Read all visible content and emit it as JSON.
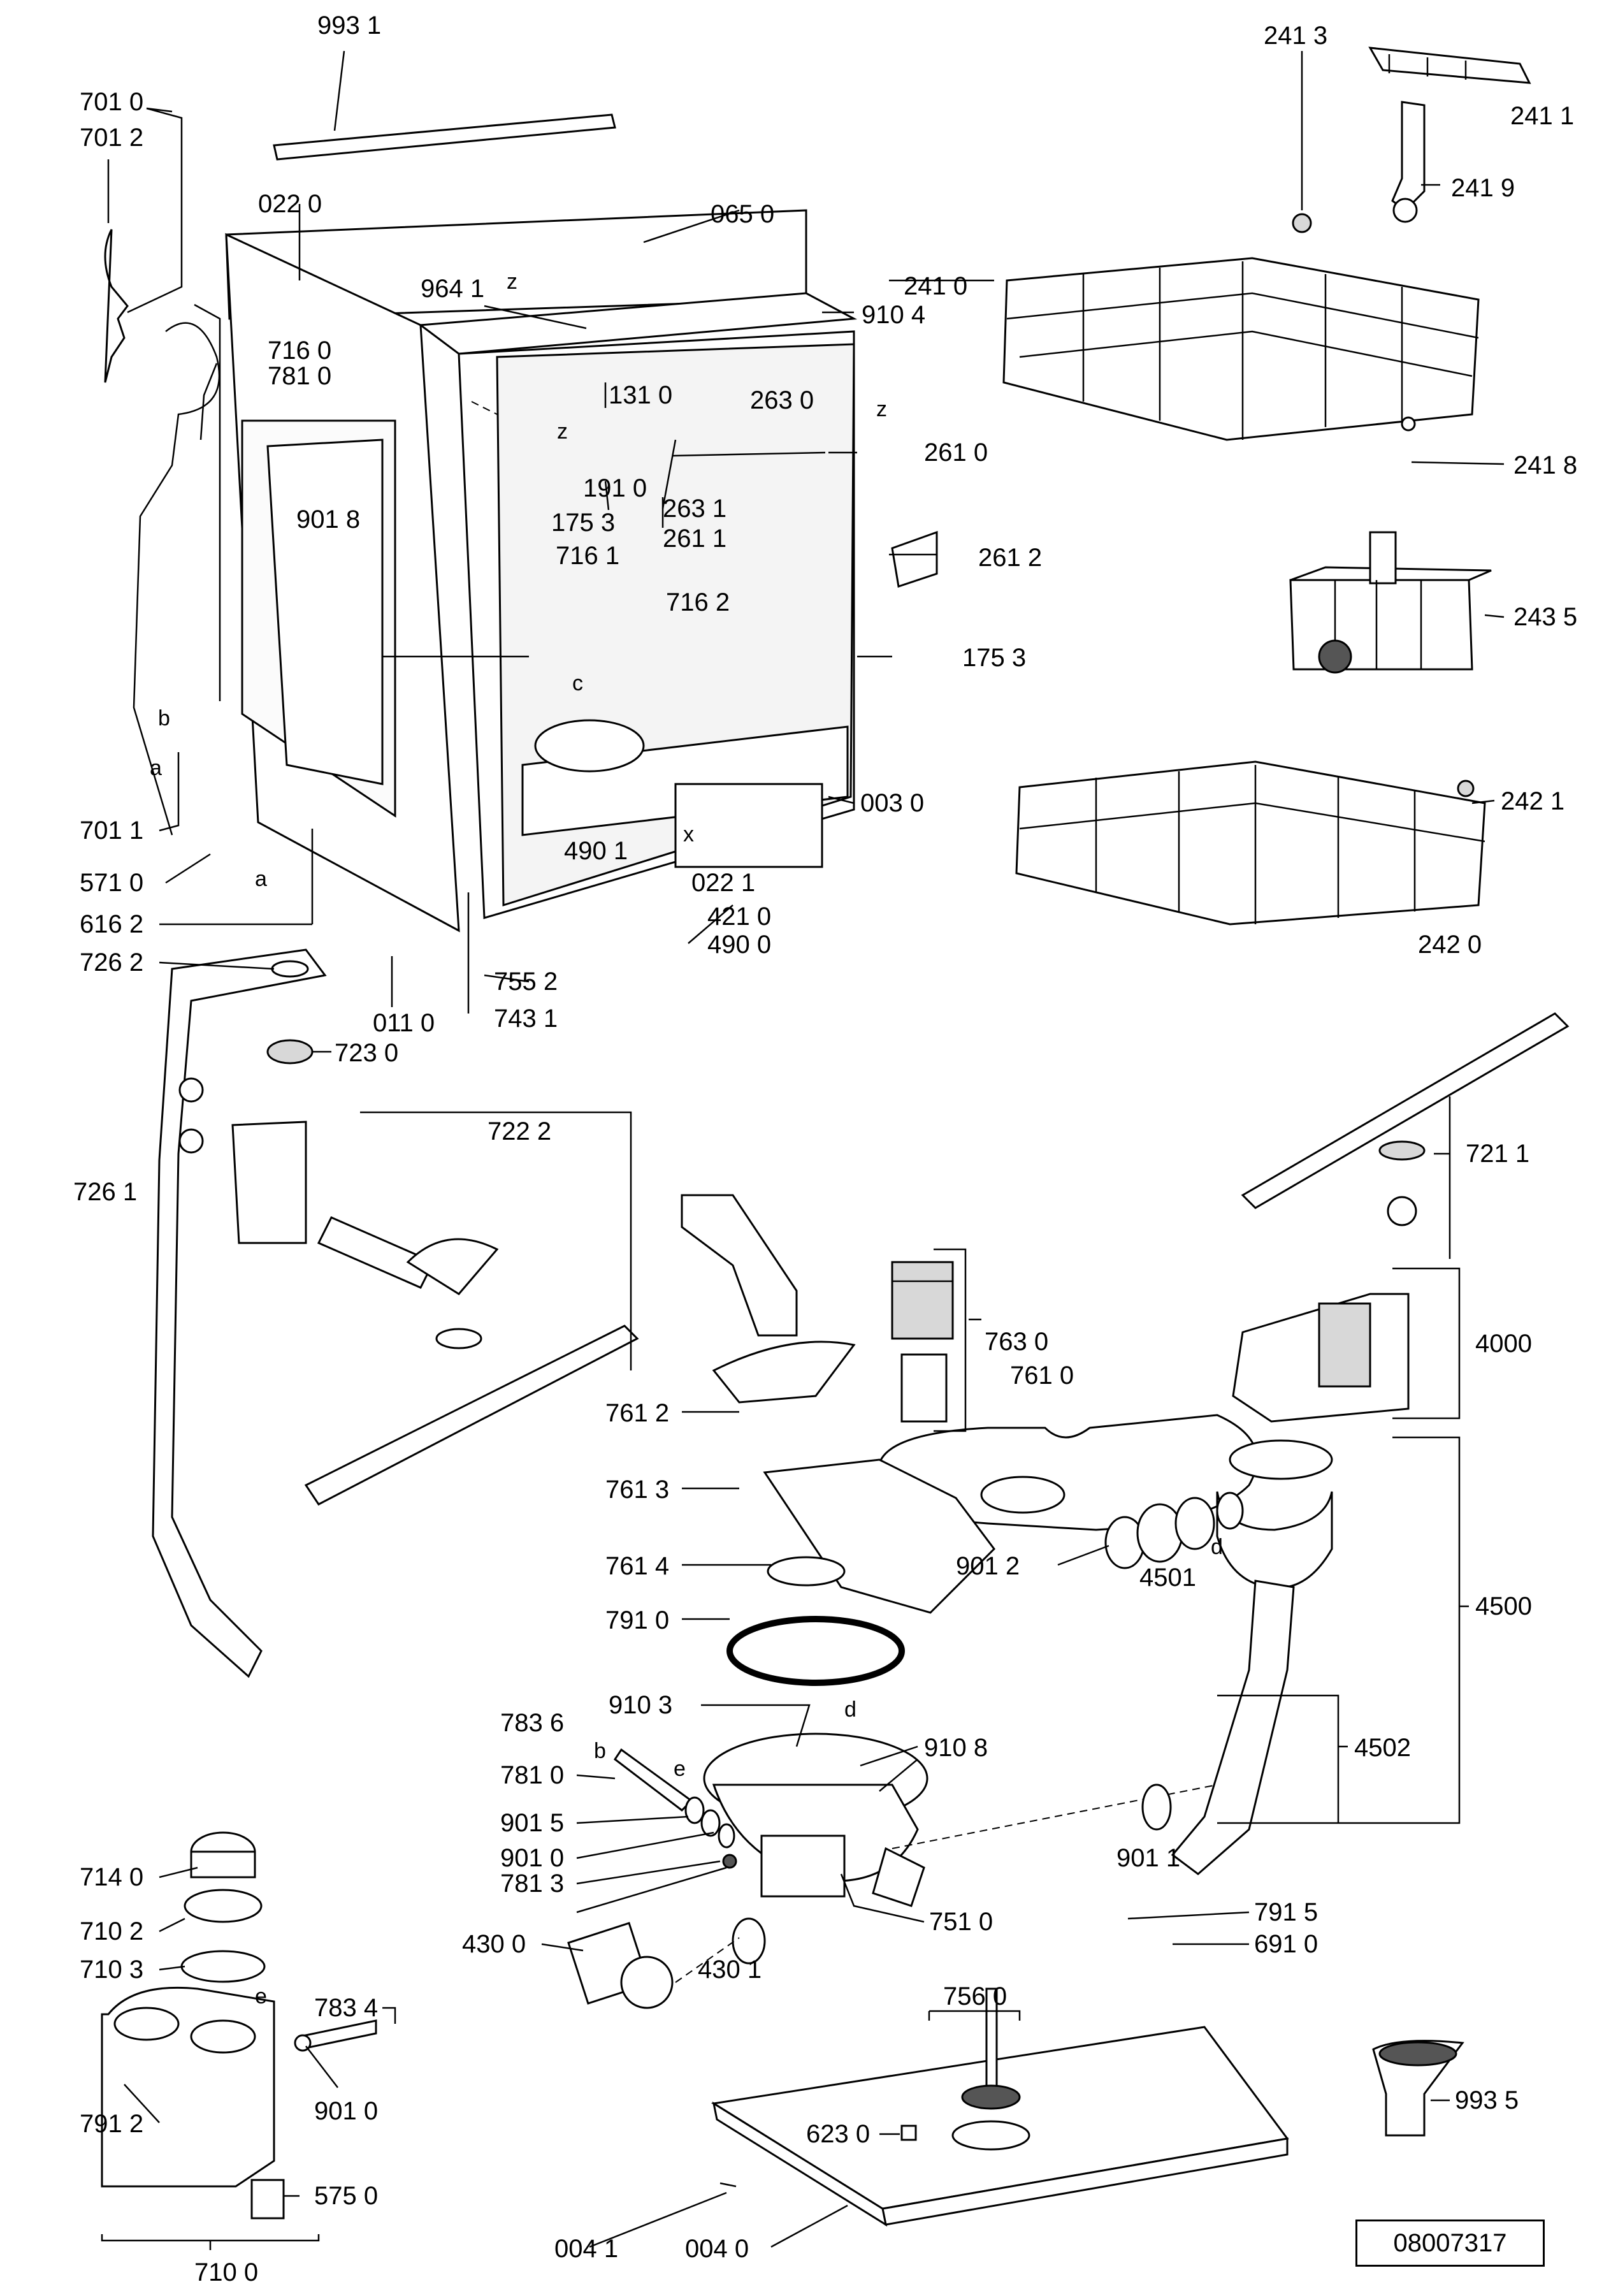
{
  "document_number": "08007317",
  "callouts": [
    {
      "id": "993-1",
      "text": "993 1"
    },
    {
      "id": "701-0",
      "text": "701 0"
    },
    {
      "id": "701-2",
      "text": "701 2"
    },
    {
      "id": "022-0",
      "text": "022 0"
    },
    {
      "id": "065-0",
      "text": "065 0"
    },
    {
      "id": "241-3",
      "text": "241 3"
    },
    {
      "id": "241-1",
      "text": "241 1"
    },
    {
      "id": "241-9",
      "text": "241 9"
    },
    {
      "id": "964-1",
      "text": "964 1"
    },
    {
      "id": "241-0",
      "text": "241 0"
    },
    {
      "id": "910-4",
      "text": "910 4"
    },
    {
      "id": "716-0",
      "text": "716 0"
    },
    {
      "id": "781-0a",
      "text": "781 0"
    },
    {
      "id": "131-0",
      "text": "131 0"
    },
    {
      "id": "263-0",
      "text": "263 0"
    },
    {
      "id": "261-0",
      "text": "261 0"
    },
    {
      "id": "241-8",
      "text": "241 8"
    },
    {
      "id": "191-0",
      "text": "191 0"
    },
    {
      "id": "263-1",
      "text": "263 1"
    },
    {
      "id": "901-8",
      "text": "901 8"
    },
    {
      "id": "175-3a",
      "text": "175 3"
    },
    {
      "id": "261-1",
      "text": "261 1"
    },
    {
      "id": "261-2",
      "text": "261 2"
    },
    {
      "id": "716-1",
      "text": "716 1"
    },
    {
      "id": "716-2",
      "text": "716 2"
    },
    {
      "id": "243-5",
      "text": "243 5"
    },
    {
      "id": "175-3b",
      "text": "175 3"
    },
    {
      "id": "701-1",
      "text": "701 1"
    },
    {
      "id": "003-0",
      "text": "003 0"
    },
    {
      "id": "242-1",
      "text": "242 1"
    },
    {
      "id": "571-0",
      "text": "571 0"
    },
    {
      "id": "490-1",
      "text": "490 1"
    },
    {
      "id": "022-1",
      "text": "022 1"
    },
    {
      "id": "616-2",
      "text": "616 2"
    },
    {
      "id": "421-0",
      "text": "421 0"
    },
    {
      "id": "490-0",
      "text": "490 0"
    },
    {
      "id": "242-0",
      "text": "242 0"
    },
    {
      "id": "726-2",
      "text": "726 2"
    },
    {
      "id": "755-2",
      "text": "755 2"
    },
    {
      "id": "011-0",
      "text": "011 0"
    },
    {
      "id": "743-1",
      "text": "743 1"
    },
    {
      "id": "723-0",
      "text": "723 0"
    },
    {
      "id": "722-2",
      "text": "722 2"
    },
    {
      "id": "721-1",
      "text": "721 1"
    },
    {
      "id": "726-1",
      "text": "726 1"
    },
    {
      "id": "763-0",
      "text": "763 0"
    },
    {
      "id": "4000",
      "text": "4000"
    },
    {
      "id": "761-0",
      "text": "761 0"
    },
    {
      "id": "761-2",
      "text": "761 2"
    },
    {
      "id": "761-3",
      "text": "761 3"
    },
    {
      "id": "761-4",
      "text": "761 4"
    },
    {
      "id": "901-2",
      "text": "901 2"
    },
    {
      "id": "4501",
      "text": "4501"
    },
    {
      "id": "4500",
      "text": "4500"
    },
    {
      "id": "791-0",
      "text": "791 0"
    },
    {
      "id": "910-3",
      "text": "910 3"
    },
    {
      "id": "783-6",
      "text": "783 6"
    },
    {
      "id": "910-8",
      "text": "910 8"
    },
    {
      "id": "4502",
      "text": "4502"
    },
    {
      "id": "781-0b",
      "text": "781 0"
    },
    {
      "id": "901-5",
      "text": "901 5"
    },
    {
      "id": "901-0a",
      "text": "901 0"
    },
    {
      "id": "901-1",
      "text": "901 1"
    },
    {
      "id": "714-0",
      "text": "714 0"
    },
    {
      "id": "781-3",
      "text": "781 3"
    },
    {
      "id": "751-0",
      "text": "751 0"
    },
    {
      "id": "710-2",
      "text": "710 2"
    },
    {
      "id": "791-5",
      "text": "791 5"
    },
    {
      "id": "430-0",
      "text": "430 0"
    },
    {
      "id": "430-1",
      "text": "430 1"
    },
    {
      "id": "691-0",
      "text": "691 0"
    },
    {
      "id": "710-3",
      "text": "710 3"
    },
    {
      "id": "783-4",
      "text": "783 4"
    },
    {
      "id": "756-0",
      "text": "756 0"
    },
    {
      "id": "901-0b",
      "text": "901 0"
    },
    {
      "id": "993-5",
      "text": "993 5"
    },
    {
      "id": "623-0",
      "text": "623 0"
    },
    {
      "id": "791-2",
      "text": "791 2"
    },
    {
      "id": "575-0",
      "text": "575 0"
    },
    {
      "id": "004-1",
      "text": "004 1"
    },
    {
      "id": "004-0",
      "text": "004 0"
    },
    {
      "id": "710-0",
      "text": "710 0"
    }
  ],
  "letter_marks": [
    "b",
    "a",
    "a",
    "c",
    "x",
    "z",
    "z",
    "z",
    "d",
    "d",
    "b",
    "e",
    "e"
  ]
}
